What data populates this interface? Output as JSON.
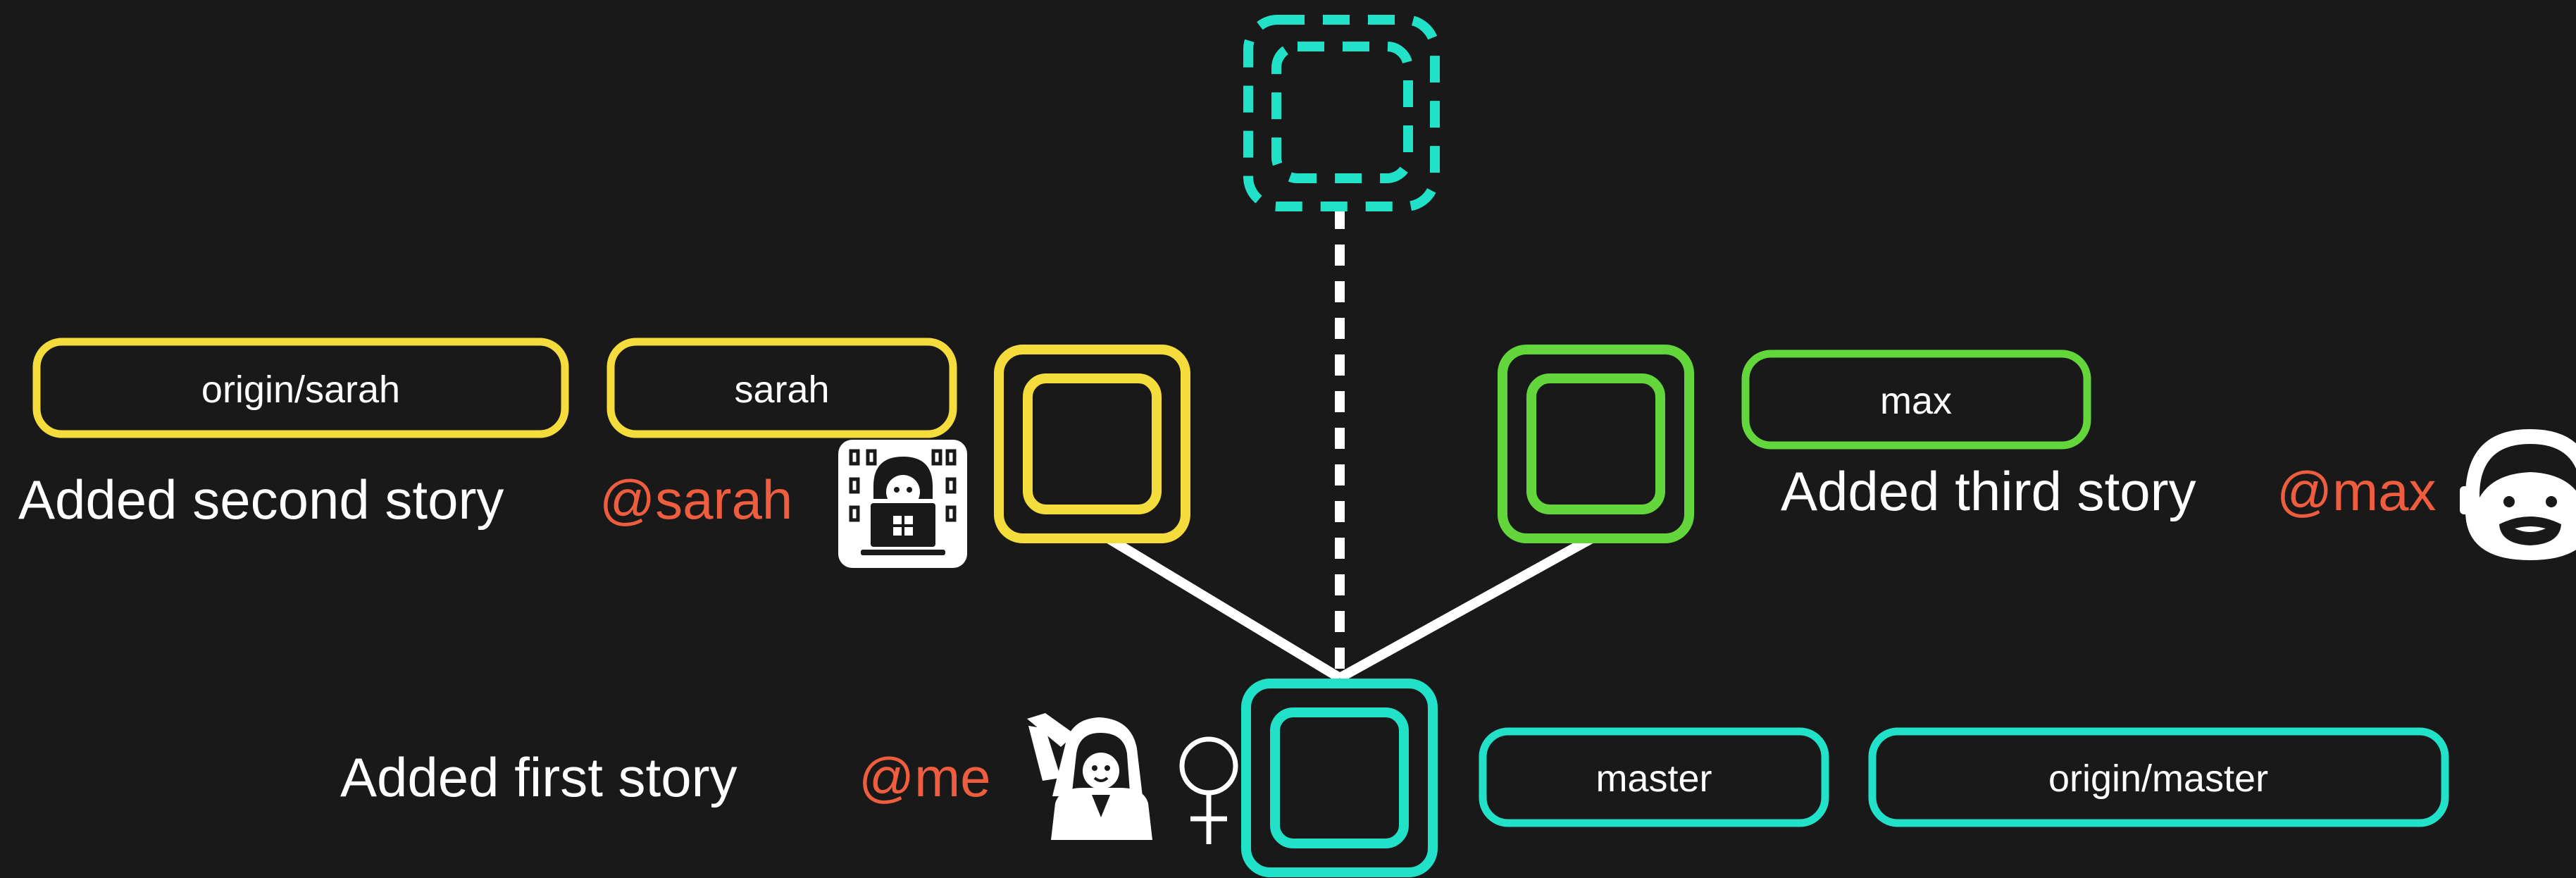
{
  "colors": {
    "background": "#191919",
    "sarah_branch": "#f3dc3b",
    "max_branch": "#62d63b",
    "master_branch": "#22e1c9",
    "username": "#ef5d3f",
    "text": "#ffffff"
  },
  "branches": {
    "origin_sarah": "origin/sarah",
    "sarah": "sarah",
    "max": "max",
    "master": "master",
    "origin_master": "origin/master"
  },
  "commits": {
    "first": {
      "message": "Added first story",
      "author": "@me",
      "avatar_icon": "woman-raising-hand-icon",
      "gender_icon": "female-sign-icon"
    },
    "second": {
      "message": "Added second story",
      "author": "@sarah",
      "avatar_icon": "woman-technologist-icon"
    },
    "third": {
      "message": "Added third story",
      "author": "@max",
      "avatar_icon": "bearded-man-icon"
    }
  }
}
